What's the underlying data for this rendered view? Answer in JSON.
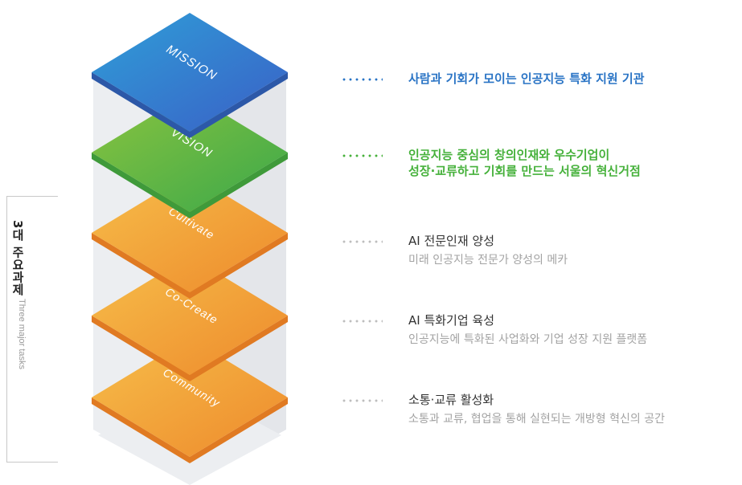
{
  "side": {
    "title": "3대 주요과제",
    "subtitle": "Three major tasks"
  },
  "layers": [
    {
      "label": "MISSION",
      "color": "#3f7fd1"
    },
    {
      "label": "VISION",
      "color": "#5ab447"
    },
    {
      "label": "Cultivate",
      "color": "#f1a23a"
    },
    {
      "label": "Co-Create",
      "color": "#f1a23a"
    },
    {
      "label": "Community",
      "color": "#f1a23a"
    }
  ],
  "rows": [
    {
      "heading": "사람과 기회가 모이는 인공지능 특화 지원 기관",
      "sub": ""
    },
    {
      "heading_line1": "인공지능 중심의 창의인재와 우수기업이",
      "heading_line2": "성장·교류하고 기회를 만드는 서울의 혁신거점"
    },
    {
      "heading": "AI 전문인재 양성",
      "sub": "미래 인공지능 전문가 양성의 메카"
    },
    {
      "heading": "AI 특화기업 육성",
      "sub": "인공지능에 특화된 사업화와 기업 성장 지원 플랫폼"
    },
    {
      "heading": "소통·교류 활성화",
      "sub": "소통과 교류, 협업을 통해 실현되는 개방형 혁신의 공간"
    }
  ],
  "colors": {
    "mission_text": "#2a74c5",
    "vision_text": "#46b13b",
    "orange": "#f1a23a"
  }
}
